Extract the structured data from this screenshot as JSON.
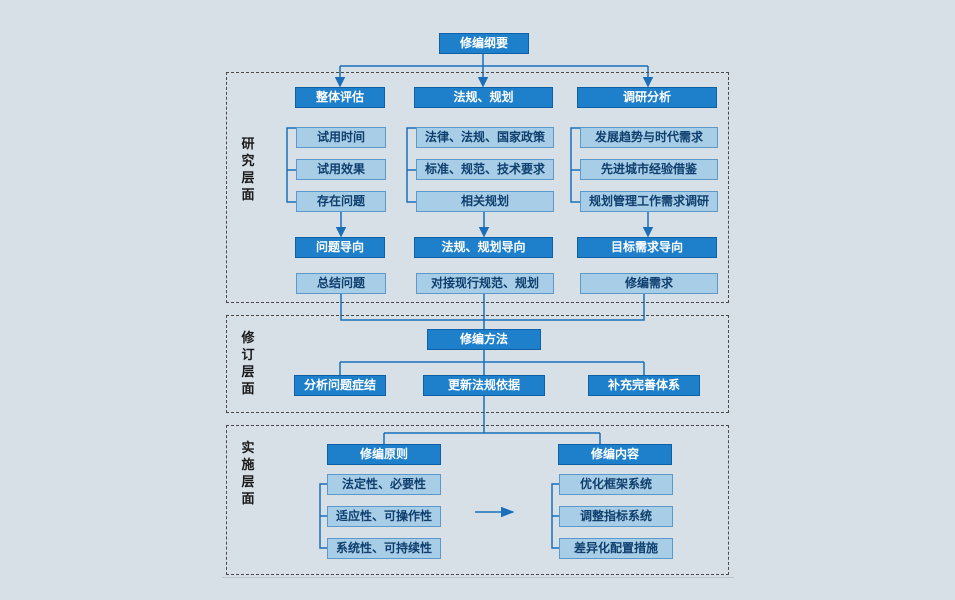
{
  "colors": {
    "dark_box": "#1e7fcb",
    "light_box": "#a8cde6",
    "connector": "#1a6fb8",
    "background": "#d6e0e6"
  },
  "top": {
    "title": "修编纲要"
  },
  "research": {
    "label": "研究层面",
    "col1": {
      "head": "整体评估",
      "items": [
        "试用时间",
        "试用效果",
        "存在问题"
      ],
      "guide": "问题导向",
      "result": "总结问题"
    },
    "col2": {
      "head": "法规、规划",
      "items": [
        "法律、法规、国家政策",
        "标准、规范、技术要求",
        "相关规划"
      ],
      "guide": "法规、规划导向",
      "result": "对接现行规范、规划"
    },
    "col3": {
      "head": "调研分析",
      "items": [
        "发展趋势与时代需求",
        "先进城市经验借鉴",
        "规划管理工作需求调研"
      ],
      "guide": "目标需求导向",
      "result": "修编需求"
    }
  },
  "revision": {
    "label": "修订层面",
    "method": "修编方法",
    "items": [
      "分析问题症结",
      "更新法规依据",
      "补充完善体系"
    ]
  },
  "implementation": {
    "label": "实施层面",
    "principle": {
      "head": "修编原则",
      "items": [
        "法定性、必要性",
        "适应性、可操作性",
        "系统性、可持续性"
      ]
    },
    "content": {
      "head": "修编内容",
      "items": [
        "优化框架系统",
        "调整指标系统",
        "差异化配置措施"
      ]
    }
  }
}
